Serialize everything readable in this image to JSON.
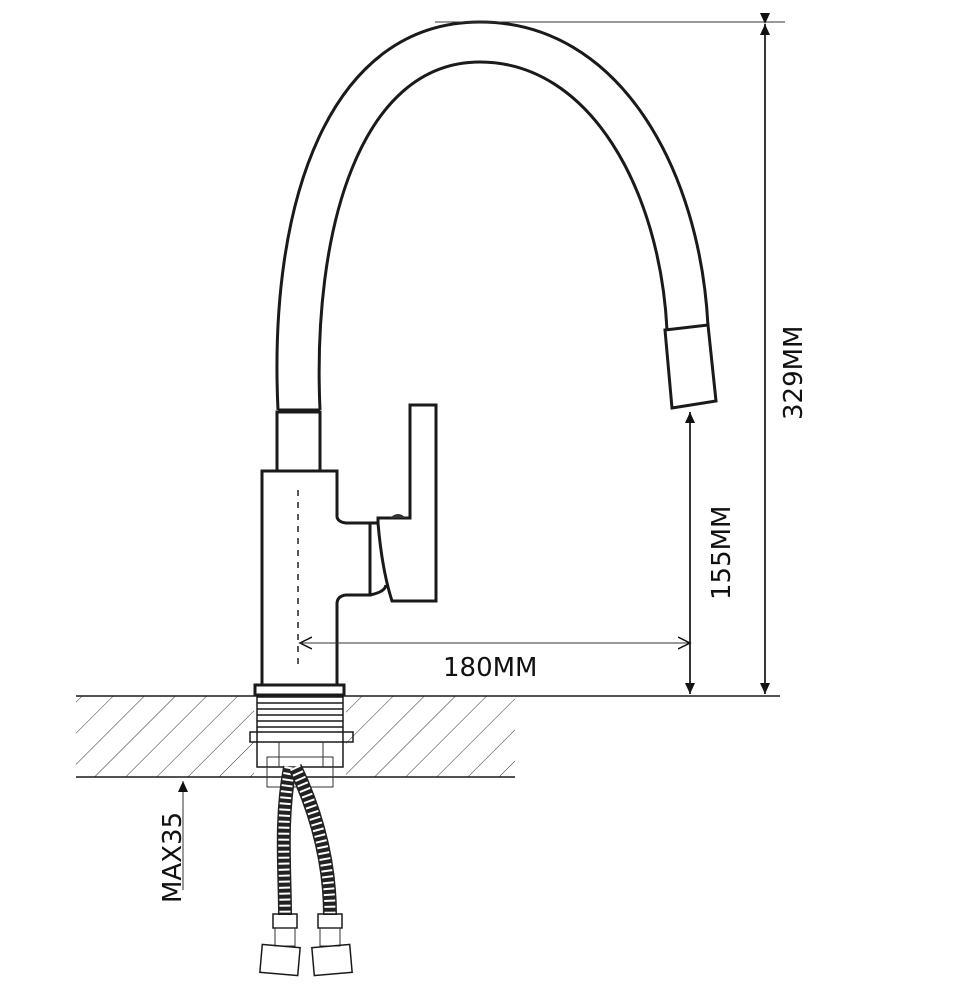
{
  "diagram": {
    "subject": "faucet-dimension-drawing",
    "dimensions": {
      "total_height": "329MM",
      "spout_height": "155MM",
      "spout_reach": "180MM",
      "max_countertop_thickness": "MAX35"
    },
    "colors": {
      "line": "#1a1a1a",
      "background": "#ffffff"
    }
  }
}
